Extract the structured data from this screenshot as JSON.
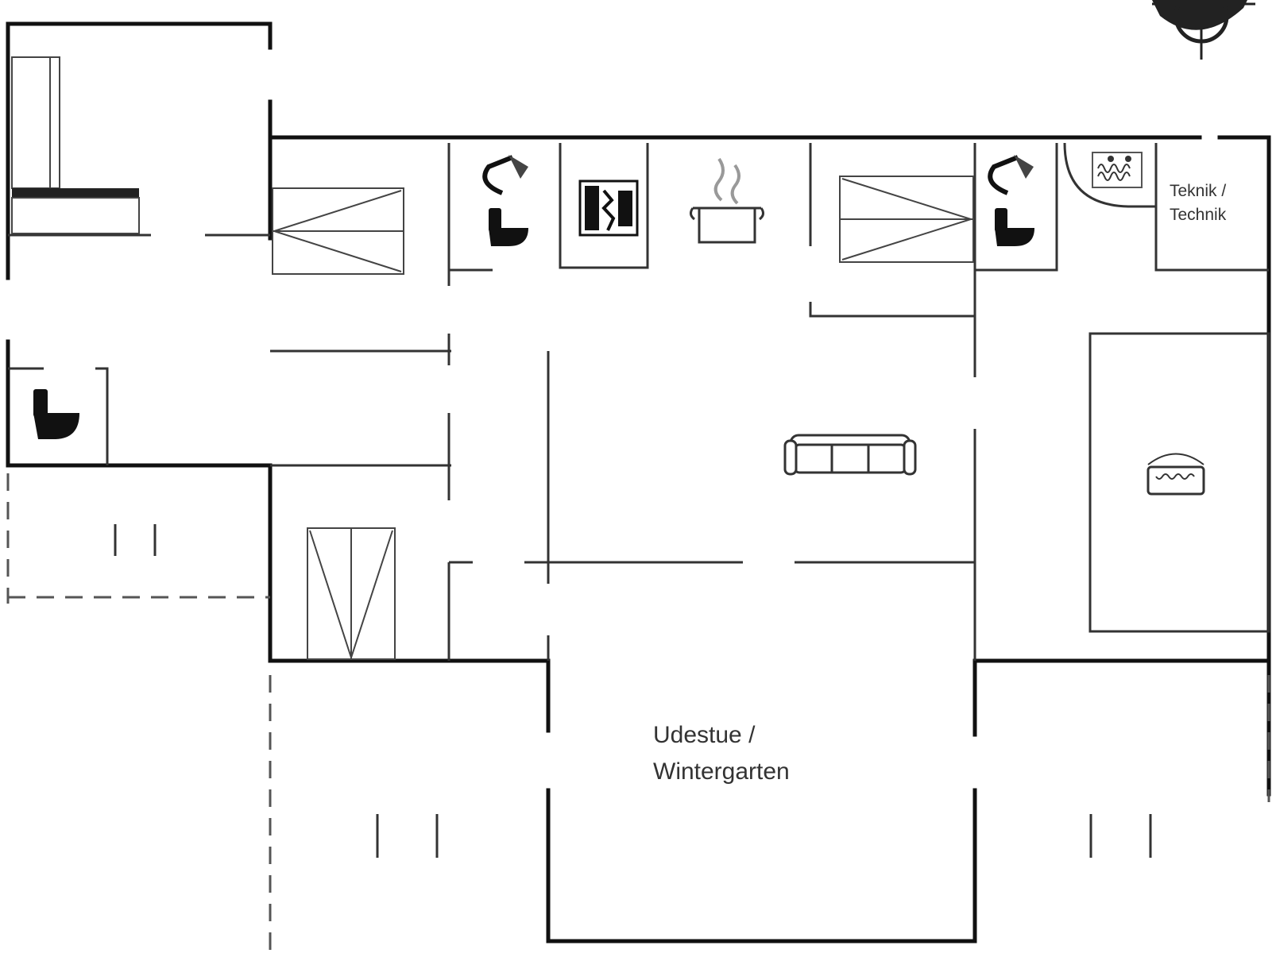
{
  "rooms": {
    "teknik": {
      "line1": "Teknik /",
      "line2": "Technik"
    },
    "udestue": {
      "line1": "Udestue /",
      "line2": "Wintergarten"
    }
  },
  "icons": [
    "compass-icon",
    "bed-icon",
    "toilet-icon",
    "shower-icon",
    "washing-machine-icon",
    "cooking-pot-icon",
    "sofa-icon",
    "sauna-icon",
    "dining-table-icon"
  ],
  "colors": {
    "walls": "#111111",
    "background": "#ffffff"
  }
}
